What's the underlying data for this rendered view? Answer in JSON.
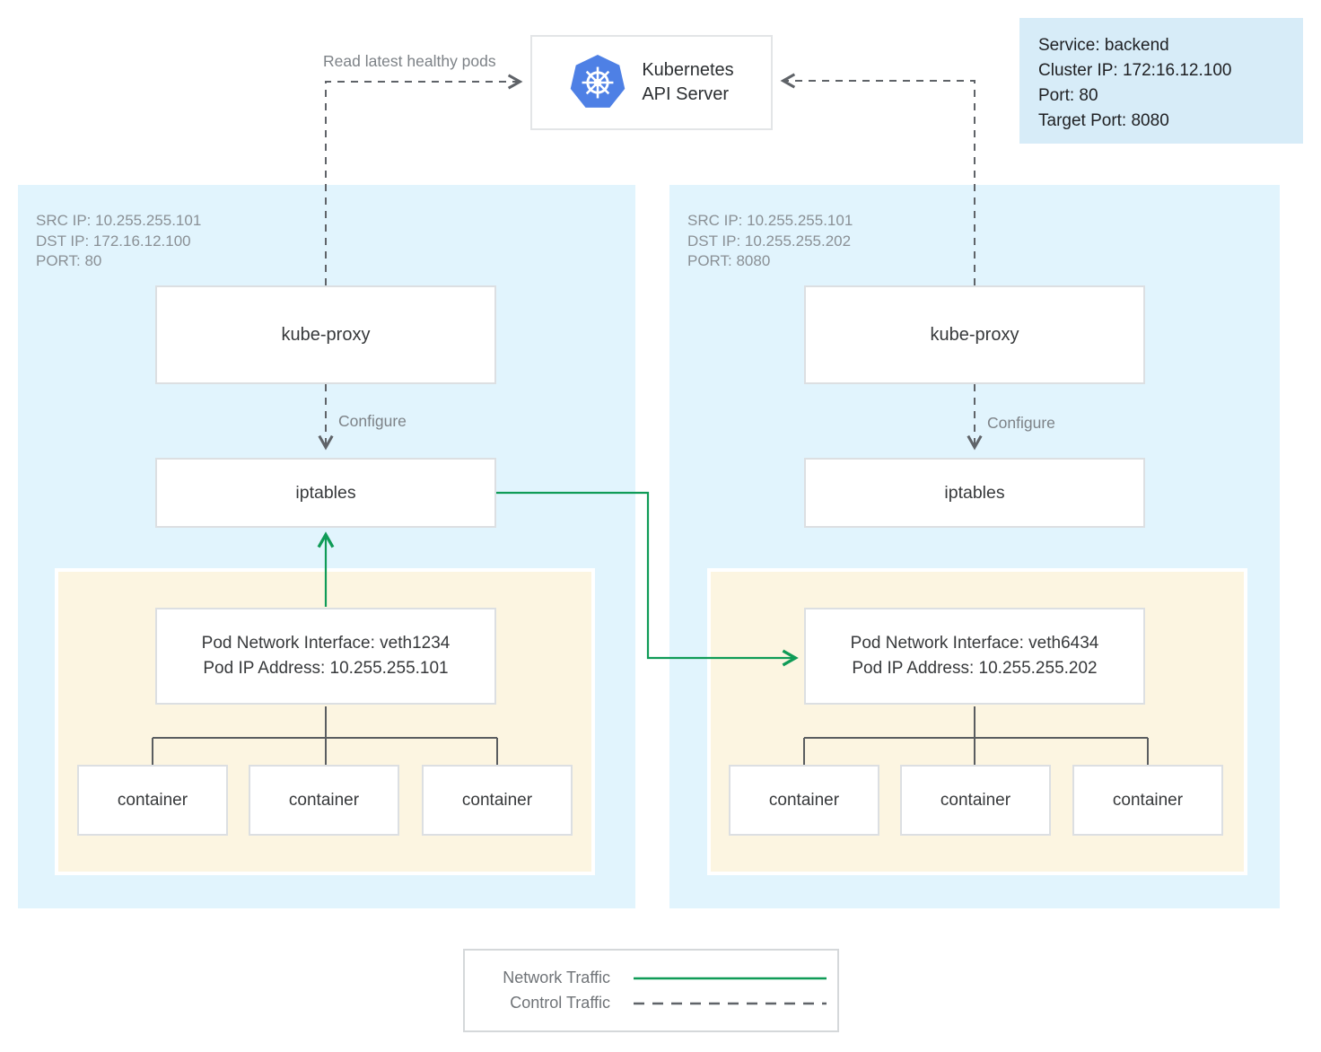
{
  "diagram_title": "kubernetes-service-networking-diagram",
  "colors": {
    "network_traffic_green": "#0f9b57",
    "control_traffic_gray": "#5f6368",
    "node_background": "#e1f4fd",
    "pod_background": "#fcf5e1",
    "service_box_background": "#d7ecf8",
    "kubernetes_logo_blue": "#4e80e5"
  },
  "api_server": {
    "label_line1": "Kubernetes",
    "label_line2": "API Server",
    "icon": "kubernetes-helm-icon"
  },
  "service_info": {
    "lines": [
      "Service: backend",
      "Cluster IP: 172:16.12.100",
      "Port: 80",
      "Target Port: 8080"
    ]
  },
  "edges": {
    "read_label": "Read latest healthy pods",
    "configure_left": "Configure",
    "configure_right": "Configure"
  },
  "nodes": [
    {
      "traffic_info": [
        "SRC IP: 10.255.255.101",
        "DST IP: 172.16.12.100",
        "PORT: 80"
      ],
      "kube_proxy_label": "kube-proxy",
      "iptables_label": "iptables",
      "pod": {
        "interface_line1": "Pod Network Interface: veth1234",
        "interface_line2": "Pod IP Address: 10.255.255.101",
        "containers": [
          "container",
          "container",
          "container"
        ]
      }
    },
    {
      "traffic_info": [
        "SRC IP: 10.255.255.101",
        "DST IP: 10.255.255.202",
        "PORT: 8080"
      ],
      "kube_proxy_label": "kube-proxy",
      "iptables_label": "iptables",
      "pod": {
        "interface_line1": "Pod Network Interface: veth6434",
        "interface_line2": "Pod IP Address: 10.255.255.202",
        "containers": [
          "container",
          "container",
          "container"
        ]
      }
    }
  ],
  "legend": {
    "network_label": "Network Traffic",
    "control_label": "Control Traffic"
  }
}
